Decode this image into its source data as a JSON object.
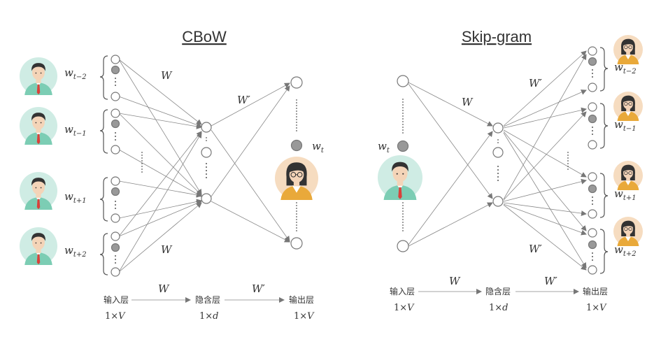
{
  "cbow": {
    "title": "CBoW",
    "context_words": [
      {
        "base": "w",
        "sub": "t−2"
      },
      {
        "base": "w",
        "sub": "t−1"
      },
      {
        "base": "w",
        "sub": "t+1"
      },
      {
        "base": "w",
        "sub": "t+2"
      }
    ],
    "target_word": {
      "base": "w",
      "sub": "t"
    },
    "weight_in_top": "W",
    "weight_in_bottom": "W",
    "weight_out": "W′",
    "flow": {
      "input_label": "输入层",
      "input_dim_pre": "1×",
      "input_dim_var": "V",
      "arrow1_label": "W",
      "hidden_label": "隐含层",
      "hidden_dim_pre": "1×",
      "hidden_dim_var": "d",
      "arrow2_label": "W′",
      "output_label": "输出层",
      "output_dim_pre": "1×",
      "output_dim_var": "V"
    }
  },
  "skipgram": {
    "title": "Skip-gram",
    "input_word": {
      "base": "w",
      "sub": "t"
    },
    "context_words": [
      {
        "base": "w",
        "sub": "t−2"
      },
      {
        "base": "w",
        "sub": "t−1"
      },
      {
        "base": "w",
        "sub": "t+1"
      },
      {
        "base": "w",
        "sub": "t+2"
      }
    ],
    "weight_in": "W",
    "weight_out_top": "W′",
    "weight_out_bottom": "W′",
    "flow": {
      "input_label": "输入层",
      "input_dim_pre": "1×",
      "input_dim_var": "V",
      "arrow1_label": "W",
      "hidden_label": "隐含层",
      "hidden_dim_pre": "1×",
      "hidden_dim_var": "d",
      "arrow2_label": "W′",
      "output_label": "输出层",
      "output_dim_pre": "1×",
      "output_dim_var": "V"
    }
  },
  "colors": {
    "male_bg": "#cfece4",
    "male_shirt": "#7ccdb4",
    "male_tie": "#d9413a",
    "female_bg": "#f6dcc0",
    "female_shirt": "#e9a93a",
    "hair": "#333333",
    "skin": "#f4d4b8"
  }
}
